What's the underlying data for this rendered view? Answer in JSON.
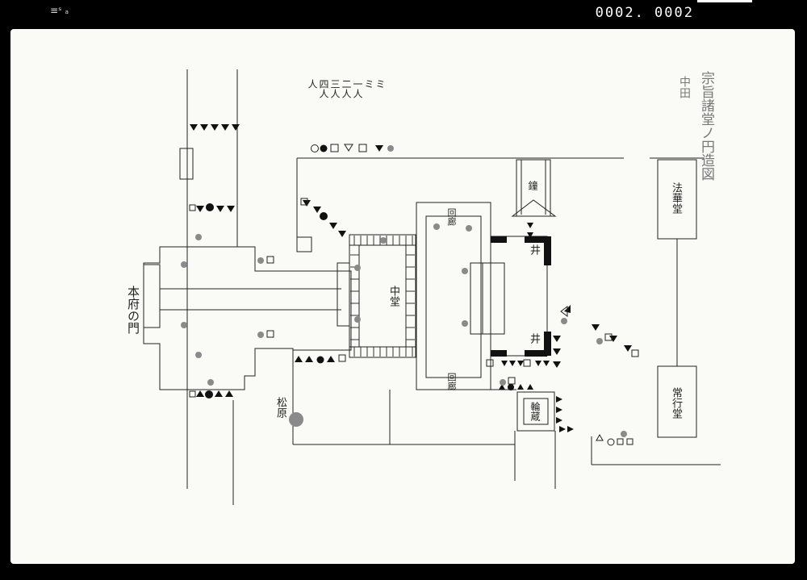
{
  "frame": {
    "counter": "0002. 0002",
    "corner_mark": "≡ˢ ₐ"
  },
  "plan": {
    "title": "宗旨諸堂ノ円造図",
    "title_sub": "中田",
    "legend": [
      {
        "symbol": "filled-circle",
        "label": "ミ"
      },
      {
        "symbol": "filled-triangle",
        "label": "ミ"
      },
      {
        "symbol": "boxed-cell",
        "label": "一人"
      },
      {
        "symbol": "open-triangle",
        "label": "二人"
      },
      {
        "symbol": "open-square",
        "label": "三人"
      },
      {
        "symbol": "solid-dot",
        "label": "四人"
      },
      {
        "symbol": "open-circle",
        "label": "人"
      }
    ],
    "buildings": {
      "main_gate": "本府の門",
      "middle_hall": "中堂",
      "corridor_upper": "回廊",
      "corridor_lower": "回廊",
      "bell_tower": "鐘",
      "sutra_hall": "輪蔵",
      "matsu_hara": "松原",
      "right_hall_upper": "法華堂",
      "right_hall_lower": "常行堂",
      "well_upper": "井",
      "well_lower": "井"
    }
  },
  "colors": {
    "ink": "#1a1a1a",
    "gray_marker": "#8a8a8a",
    "paper": "#fafaf7"
  }
}
